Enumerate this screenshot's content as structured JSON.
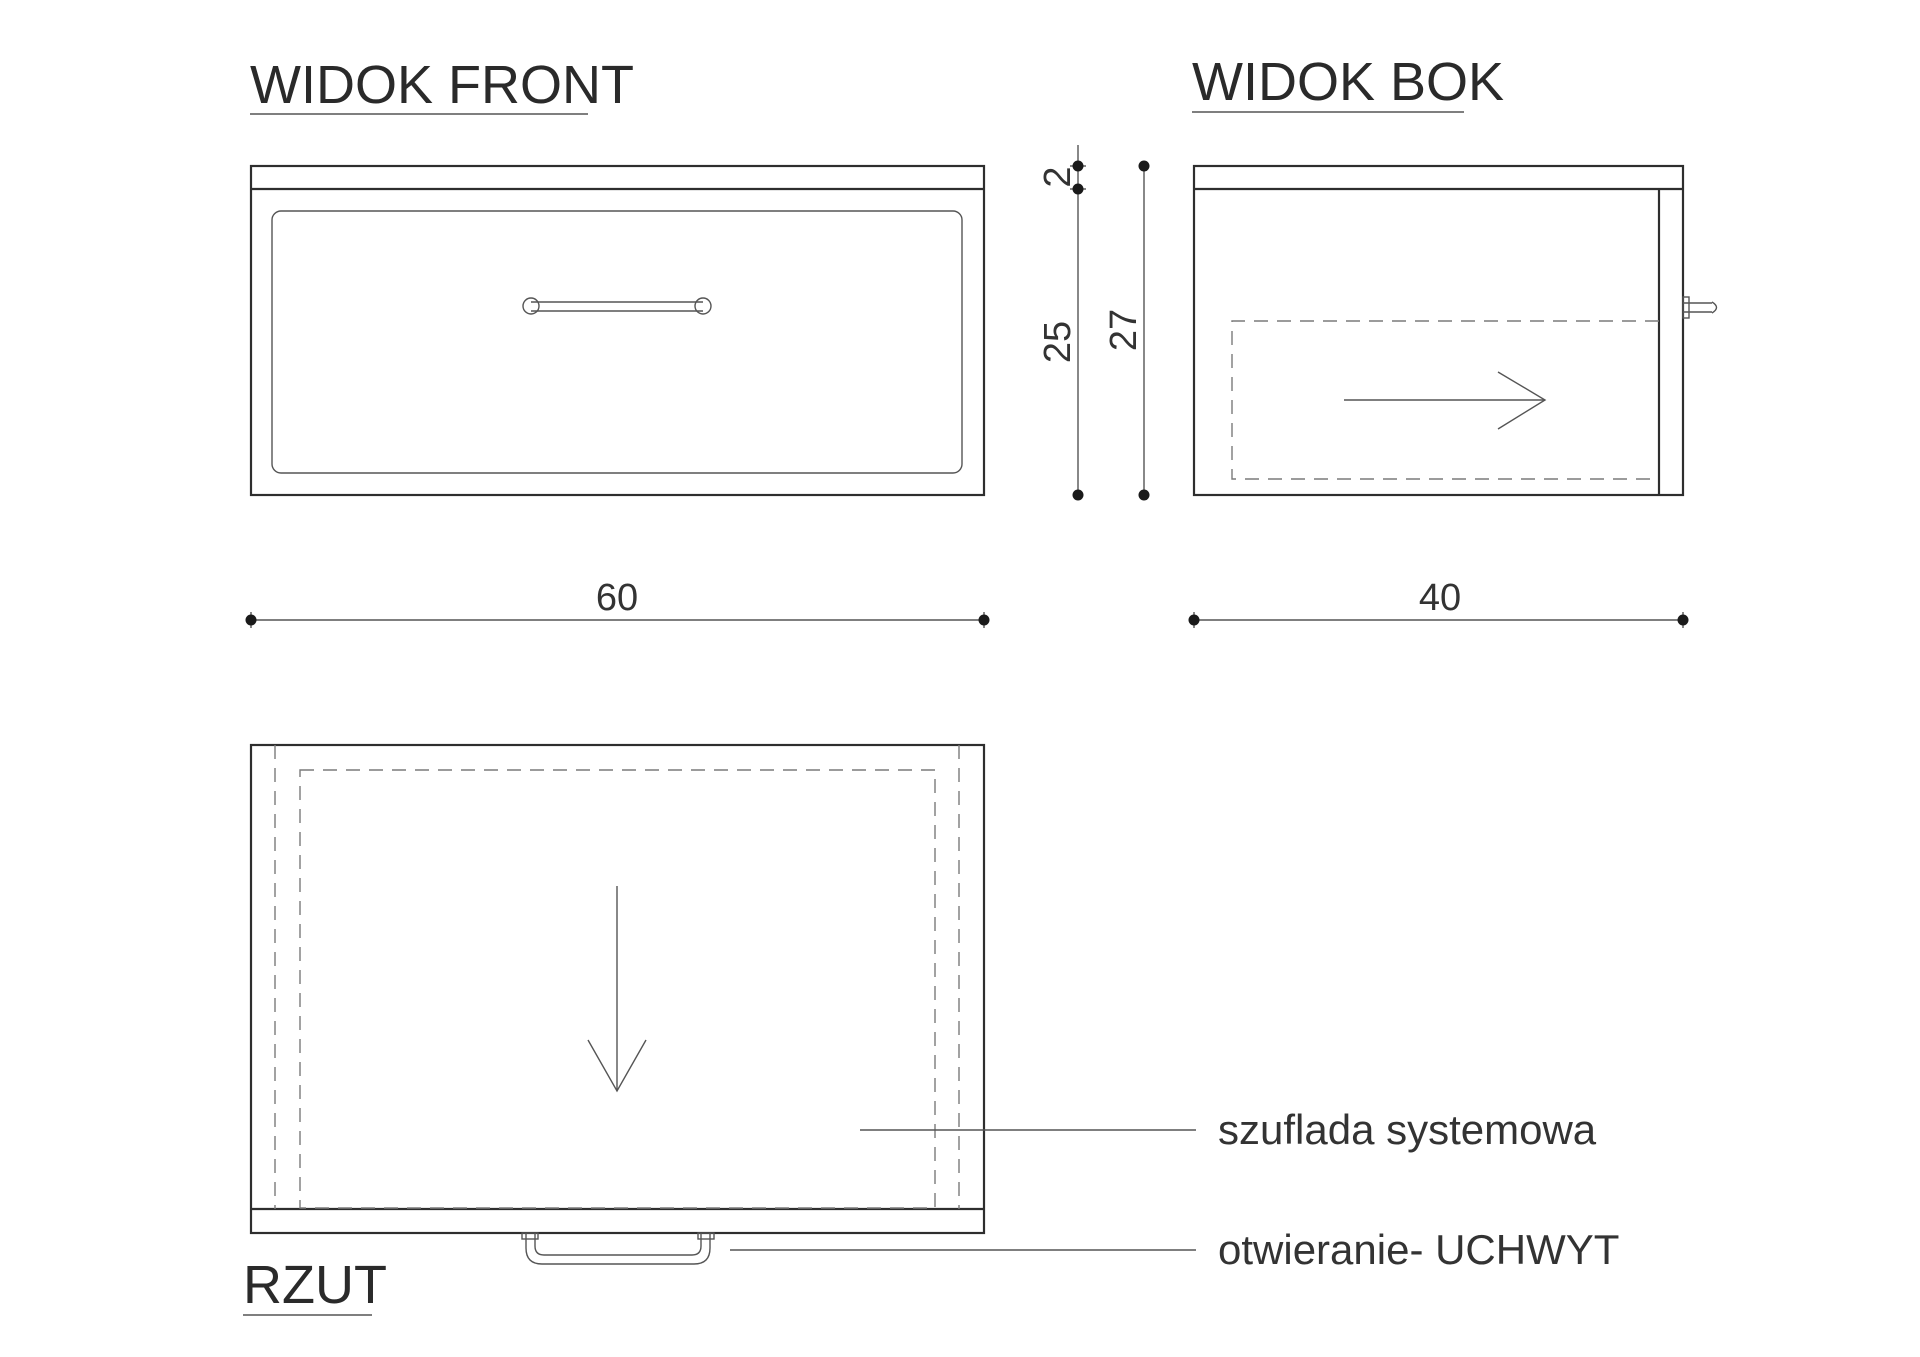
{
  "titles": {
    "front": "WIDOK FRONT",
    "side": "WIDOK BOK",
    "plan": "RZUT"
  },
  "dimensions": {
    "top_panel": "2",
    "drawer_height": "25",
    "total_height": "27",
    "width": "60",
    "depth": "40"
  },
  "labels": {
    "drawer": "szuflada systemowa",
    "opening": "otwieranie- UCHWYT"
  },
  "colors": {
    "line": "#2e2e2e",
    "dashed": "#7a7a7a"
  }
}
